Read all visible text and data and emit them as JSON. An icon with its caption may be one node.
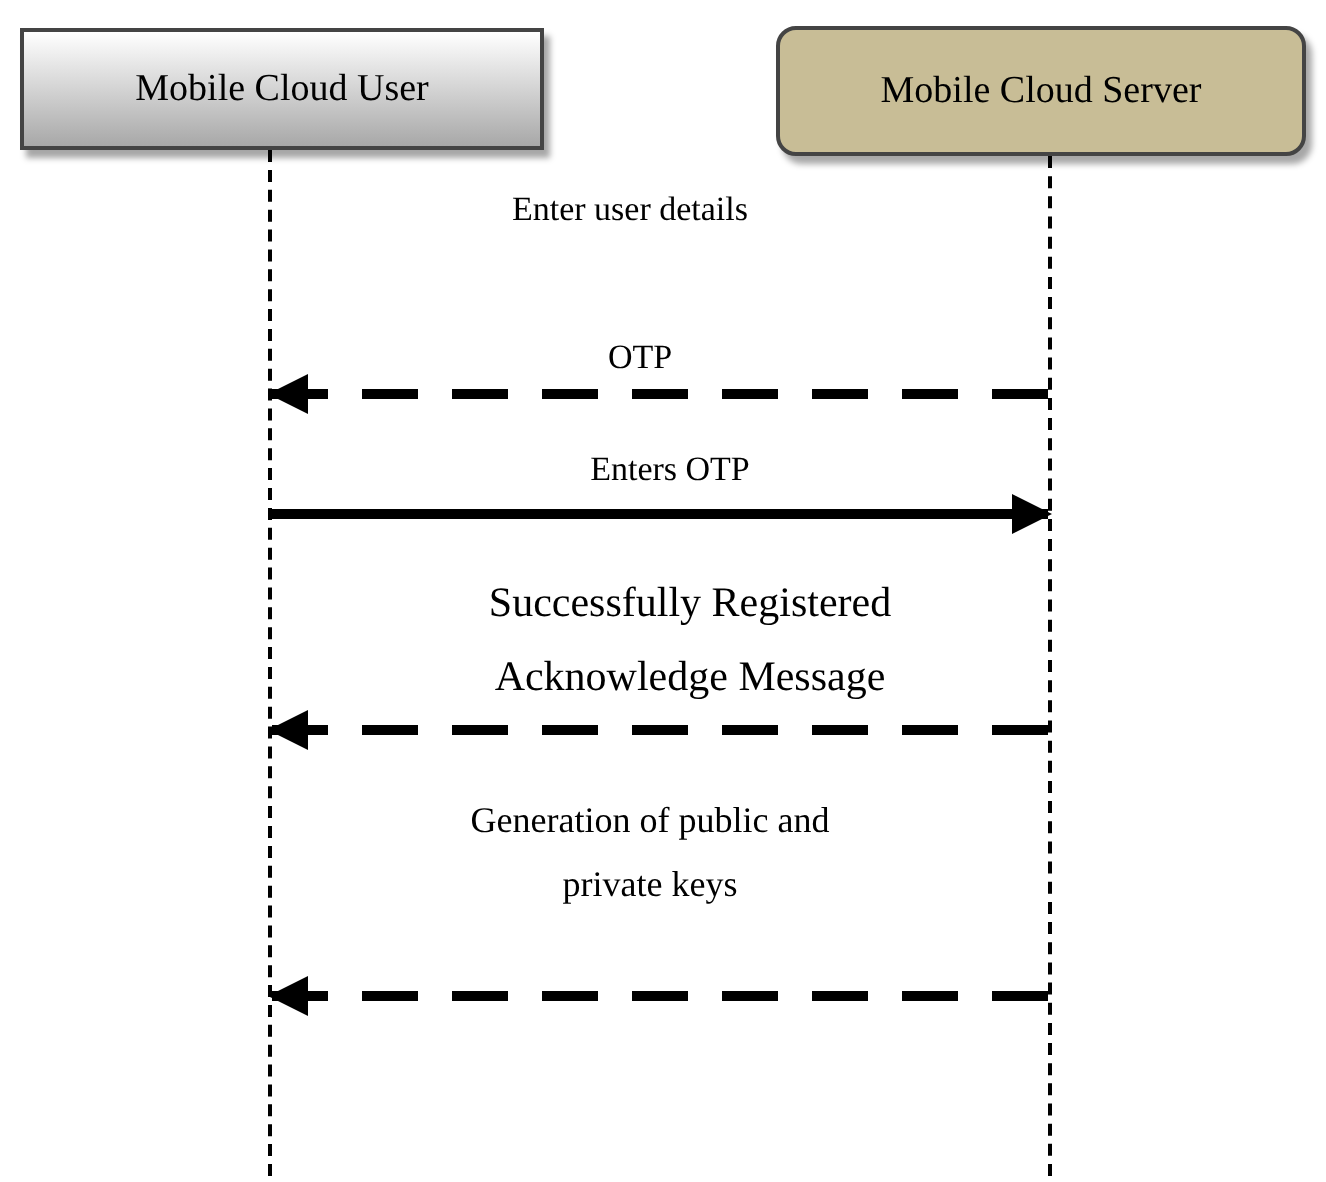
{
  "diagram": {
    "nodes": [
      {
        "text": [
          "Mobile Cloud User"
        ]
      },
      {
        "text": [
          "Mobile Cloud Server"
        ]
      },
      {
        "text": [],
        "shape": "bar"
      },
      {
        "text": [],
        "shape": "bar"
      }
    ],
    "edges": [
      {
        "from": 3,
        "to": 2,
        "arrow": "to",
        "label": "OTP",
        "style": "dashed"
      },
      {
        "from": 2,
        "to": 3,
        "arrow": "to",
        "label": "Enters OTP"
      },
      {
        "from": 3,
        "to": 2,
        "arrow": "to",
        "label": "Successfully Registered Acknowledge Message",
        "style": "dashed"
      },
      {
        "from": 3,
        "to": 2,
        "arrow": "to",
        "label": "Generation of public and private keys",
        "style": "dashed"
      }
    ],
    "labels": [
      "Enter user details"
    ]
  }
}
